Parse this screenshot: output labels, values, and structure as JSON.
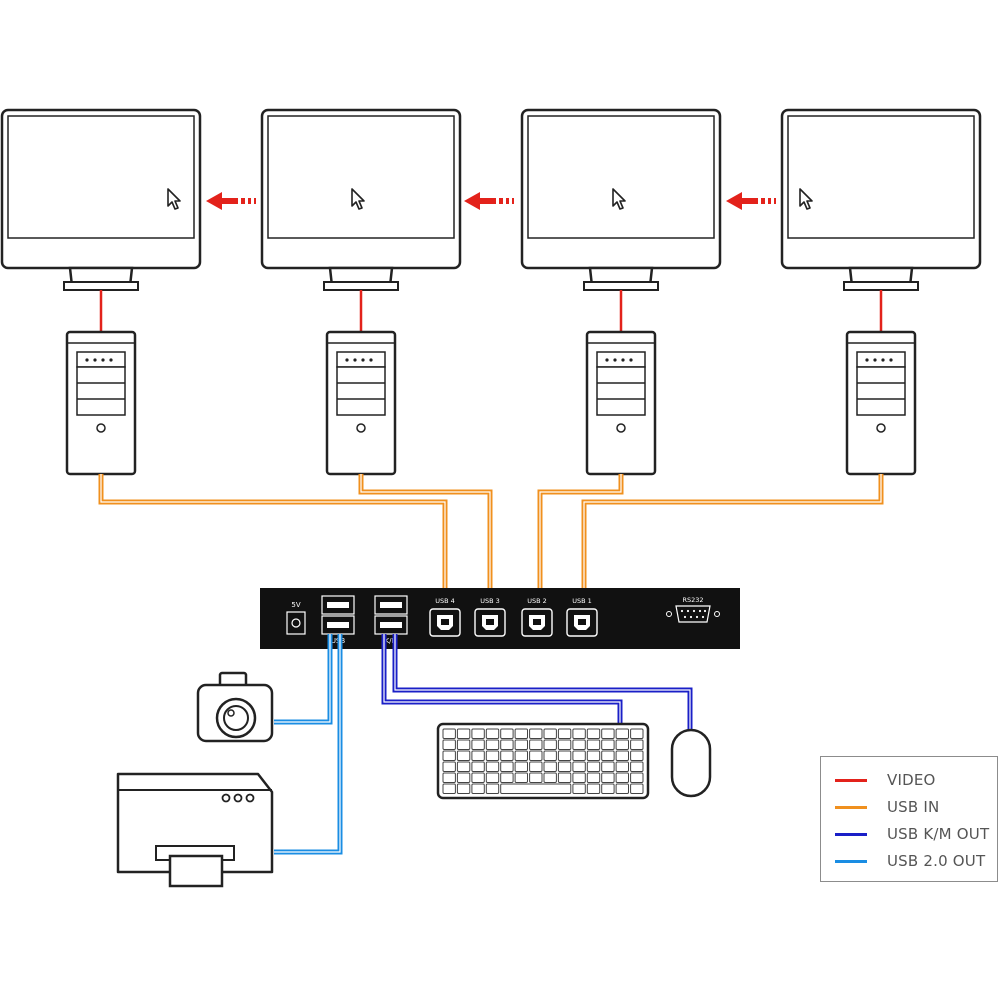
{
  "colors": {
    "video": "#e3221b",
    "usb_in": "#f0901e",
    "usb_km_out": "#1a1fc7",
    "usb20_out": "#1a8de3",
    "device_fill": "#111111",
    "outline": "#222222"
  },
  "monitors": [
    {
      "name": "monitor-1",
      "icon": "cursor-icon"
    },
    {
      "name": "monitor-2",
      "icon": "cursor-icon"
    },
    {
      "name": "monitor-3",
      "icon": "cursor-icon"
    },
    {
      "name": "monitor-4",
      "icon": "cursor-icon"
    }
  ],
  "switch": {
    "power_label": "5V",
    "usb_label": "USB",
    "km_label": "K/M",
    "ports": [
      "USB 4",
      "USB 3",
      "USB 2",
      "USB 1"
    ],
    "serial_label": "RS232"
  },
  "legend": [
    {
      "label": "VIDEO",
      "color": "#e3221b"
    },
    {
      "label": "USB IN",
      "color": "#f0901e"
    },
    {
      "label": "USB K/M OUT",
      "color": "#1a1fc7"
    },
    {
      "label": "USB 2.0 OUT",
      "color": "#1a8de3"
    }
  ]
}
